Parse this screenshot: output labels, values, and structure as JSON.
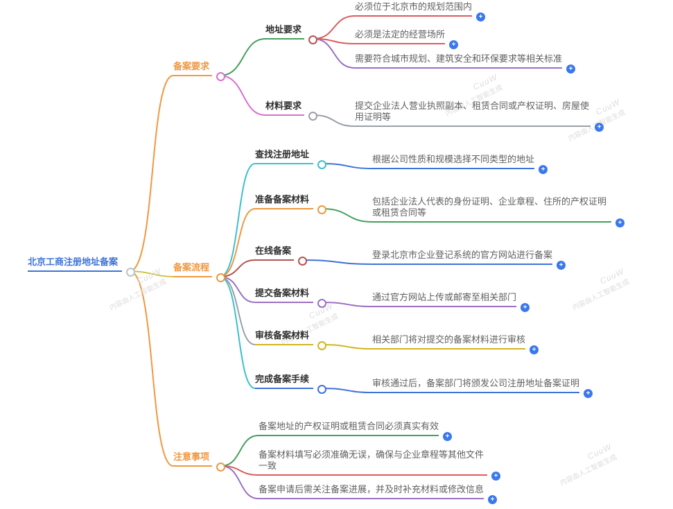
{
  "root": {
    "label": "北京工商注册地址备案"
  },
  "branches": [
    {
      "label": "备案要求",
      "children": [
        {
          "label": "地址要求",
          "leaves": [
            {
              "text": "必须位于北京市的规划范围内"
            },
            {
              "text": "必须是法定的经营场所"
            },
            {
              "text": "需要符合城市规划、建筑安全和环保要求等相关标准"
            }
          ]
        },
        {
          "label": "材料要求",
          "leaves": [
            {
              "text": "提交企业法人营业执照副本、租赁合同或产权证明、房屋使用证明等"
            }
          ]
        }
      ]
    },
    {
      "label": "备案流程",
      "children": [
        {
          "label": "查找注册地址",
          "leaves": [
            {
              "text": "根据公司性质和规模选择不同类型的地址"
            }
          ]
        },
        {
          "label": "准备备案材料",
          "leaves": [
            {
              "text": "包括企业法人代表的身份证明、企业章程、住所的产权证明或租赁合同等"
            }
          ]
        },
        {
          "label": "在线备案",
          "leaves": [
            {
              "text": "登录北京市企业登记系统的官方网站进行备案"
            }
          ]
        },
        {
          "label": "提交备案材料",
          "leaves": [
            {
              "text": "通过官方网站上传或邮寄至相关部门"
            }
          ]
        },
        {
          "label": "审核备案材料",
          "leaves": [
            {
              "text": "相关部门将对提交的备案材料进行审核"
            }
          ]
        },
        {
          "label": "完成备案手续",
          "leaves": [
            {
              "text": "审核通过后，备案部门将颁发公司注册地址备案证明"
            }
          ]
        }
      ]
    },
    {
      "label": "注意事项",
      "leaves": [
        {
          "text": "备案地址的产权证明或租赁合同必须真实有效"
        },
        {
          "text": "备案材料填写必须准确无误，确保与企业章程等其他文件一致"
        },
        {
          "text": "备案申请后需关注备案进展，并及时补充材料或修改信息"
        }
      ]
    }
  ],
  "watermark": {
    "brand": "CuuW",
    "text": "内容由人工智能生成"
  },
  "icons": {
    "leaf_badge": "+"
  },
  "palette": {
    "root_blue": "#3d72d9",
    "branch_orange": "#f0973f",
    "green": "#44a05c",
    "pink": "#d86ece",
    "red": "#dd5b5b",
    "brick_red": "#b5524e",
    "purple": "#9a6fc4",
    "cyan": "#3bbfce",
    "yellow": "#d3b51e",
    "olive": "#cfc13d",
    "gray": "#9aa0a6",
    "badge_blue": "#3a78ee",
    "watermark_gray": "#dcdcdc"
  }
}
